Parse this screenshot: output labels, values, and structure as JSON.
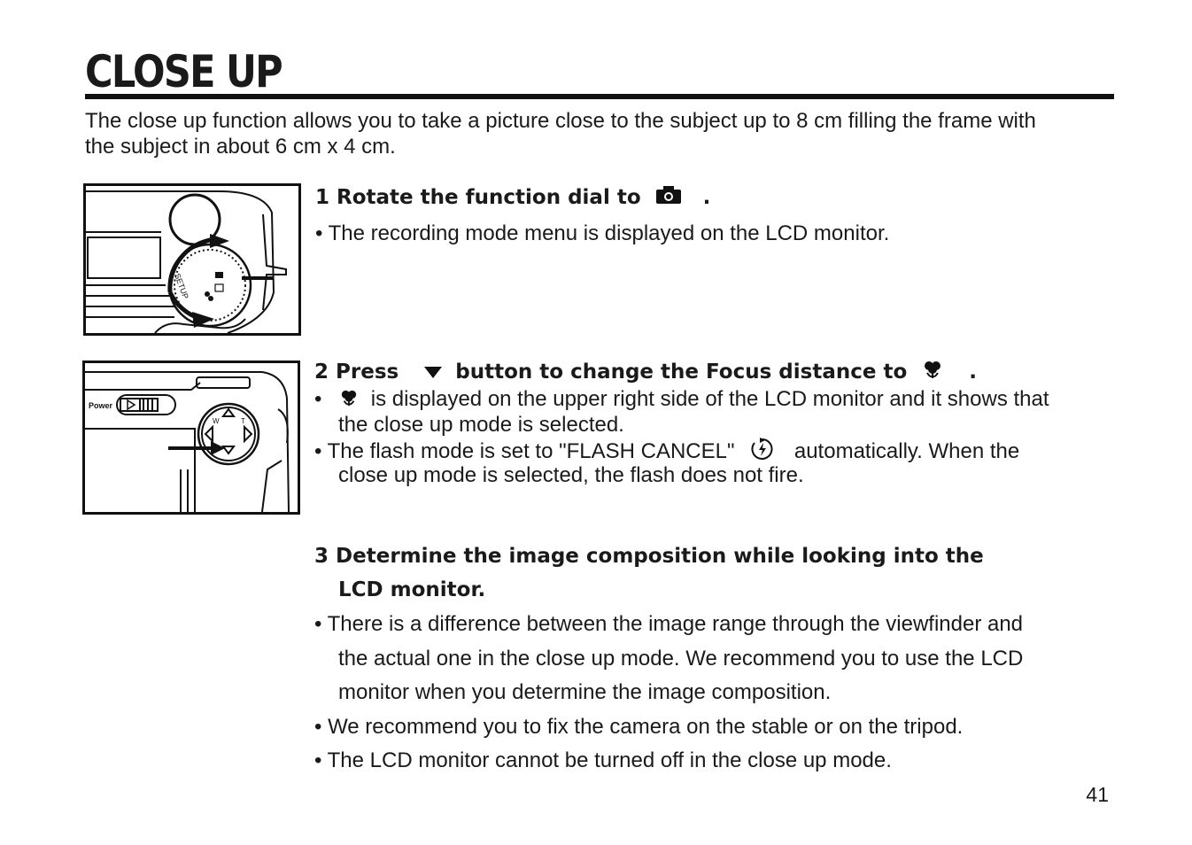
{
  "page": {
    "title": "CLOSE UP",
    "intro_line1": "The close up function allows you to take a picture close to the subject up to 8 cm filling the frame with",
    "intro_line2": "the subject in about 6 cm x 4 cm.",
    "page_number": "41"
  },
  "step1": {
    "number": "1",
    "heading": "Rotate the function dial to",
    "heading_end": ".",
    "icon": "camera-icon",
    "bullet": "• The recording mode menu is displayed on the LCD monitor.",
    "figure_labels": {
      "setup": "SETUP"
    }
  },
  "step2": {
    "number": "2",
    "heading_a": "Press",
    "heading_b": "button to change the Focus distance  to",
    "heading_end": ".",
    "icons": [
      "down-arrow-icon",
      "macro-flower-icon",
      "flash-cancel-icon"
    ],
    "bullet1_a": "•",
    "bullet1_b": "is displayed on the upper right side of the LCD monitor and it shows that",
    "bullet1_c": "the close up mode is selected.",
    "bullet2_a": "• The flash mode is set to \"FLASH CANCEL\"",
    "bullet2_b": "automatically. When the",
    "bullet2_c": "close up mode is selected, the flash does not fire.",
    "figure_labels": {
      "power": "Power",
      "w": "W",
      "t": "T"
    }
  },
  "step3": {
    "number": "3",
    "heading_line1": "Determine the image composition while looking into the",
    "heading_line2": "LCD monitor.",
    "b1_line1": "•  There is a difference between the image range through the viewfinder and",
    "b1_line2": "the actual one in the close up mode. We recommend you to use the LCD",
    "b1_line3": "monitor when you determine the image composition.",
    "b2": "•   We recommend you to fix the camera on the stable or on the tripod.",
    "b3": "•   The LCD monitor cannot be turned off in the close up mode."
  }
}
